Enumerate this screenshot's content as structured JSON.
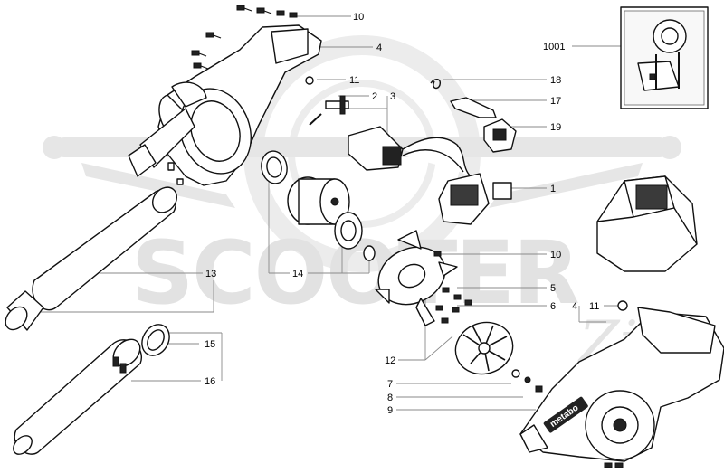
{
  "watermark": {
    "text": "SCOOTER",
    "script": "Zip"
  },
  "brand": {
    "text": "metabo"
  },
  "labels": [
    {
      "id": "10-top",
      "text": "10"
    },
    {
      "id": "4-top",
      "text": "4"
    },
    {
      "id": "11-top",
      "text": "11"
    },
    {
      "id": "2",
      "text": "2"
    },
    {
      "id": "3",
      "text": "3"
    },
    {
      "id": "1001",
      "text": "1001"
    },
    {
      "id": "18",
      "text": "18"
    },
    {
      "id": "17",
      "text": "17"
    },
    {
      "id": "19",
      "text": "19"
    },
    {
      "id": "1",
      "text": "1"
    },
    {
      "id": "10-mid",
      "text": "10"
    },
    {
      "id": "5",
      "text": "5"
    },
    {
      "id": "6",
      "text": "6"
    },
    {
      "id": "4-mid",
      "text": "4"
    },
    {
      "id": "11-mid",
      "text": "11"
    },
    {
      "id": "13",
      "text": "13"
    },
    {
      "id": "14",
      "text": "14"
    },
    {
      "id": "12",
      "text": "12"
    },
    {
      "id": "15",
      "text": "15"
    },
    {
      "id": "16",
      "text": "16"
    },
    {
      "id": "7",
      "text": "7"
    },
    {
      "id": "8",
      "text": "8"
    },
    {
      "id": "9",
      "text": "9"
    }
  ]
}
